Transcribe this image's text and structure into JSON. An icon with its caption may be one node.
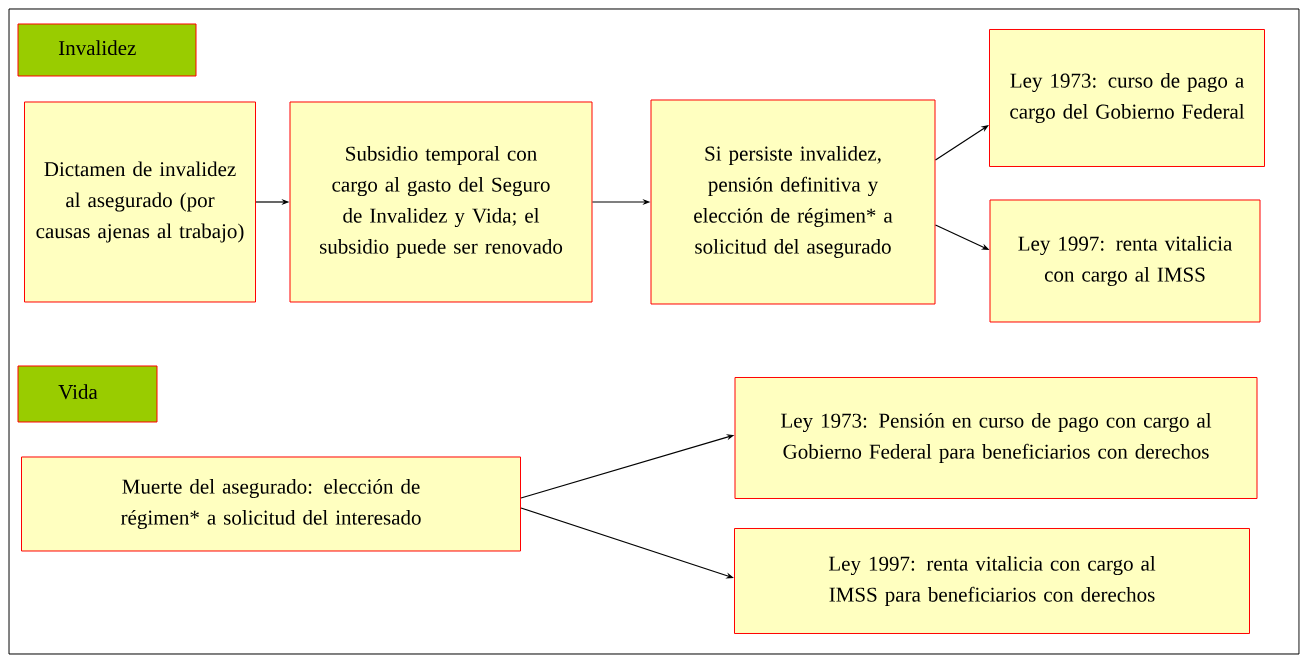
{
  "diagram": {
    "nodes": [
      {
        "text": [
          "Invalidez"
        ]
      },
      {
        "text": [
          "Dictamen de invalidez al asegurado (por causas ajenas al trabajo)"
        ]
      },
      {
        "text": [
          "Subsidio temporal con cargo al gasto del Seguro de Invalidez y Vida; el subsidio puede ser renovado"
        ]
      },
      {
        "text": [
          "Si persiste invalidez, pensión definitiva y elección de régimen* a solicitud del asegurado"
        ]
      },
      {
        "text": [
          "Ley 1973: curso de pago a cargo del Gobierno Federal"
        ]
      },
      {
        "text": [
          "Ley 1997: renta vitalicia con cargo al IMSS"
        ]
      },
      {
        "text": [
          "Vida"
        ]
      },
      {
        "text": [
          "Muerte del asegurado: elección de régimen* a solicitud del interesado"
        ]
      },
      {
        "text": [
          "Ley 1973: Pensión en curso de pago con cargo al Gobierno Federal para beneficiarios con derechos"
        ]
      },
      {
        "text": [
          "Ley 1997: renta vitalicia con cargo al IMSS para beneficiarios con derechos"
        ]
      }
    ],
    "edges": [
      {
        "from": 1,
        "to": 2,
        "arrow": "to"
      },
      {
        "from": 2,
        "to": 3,
        "arrow": "to"
      },
      {
        "from": 3,
        "to": 4,
        "arrow": "to"
      },
      {
        "from": 3,
        "to": 5,
        "arrow": "to"
      },
      {
        "from": 7,
        "to": 8,
        "arrow": "to"
      },
      {
        "from": 7,
        "to": 9,
        "arrow": "to"
      }
    ]
  }
}
